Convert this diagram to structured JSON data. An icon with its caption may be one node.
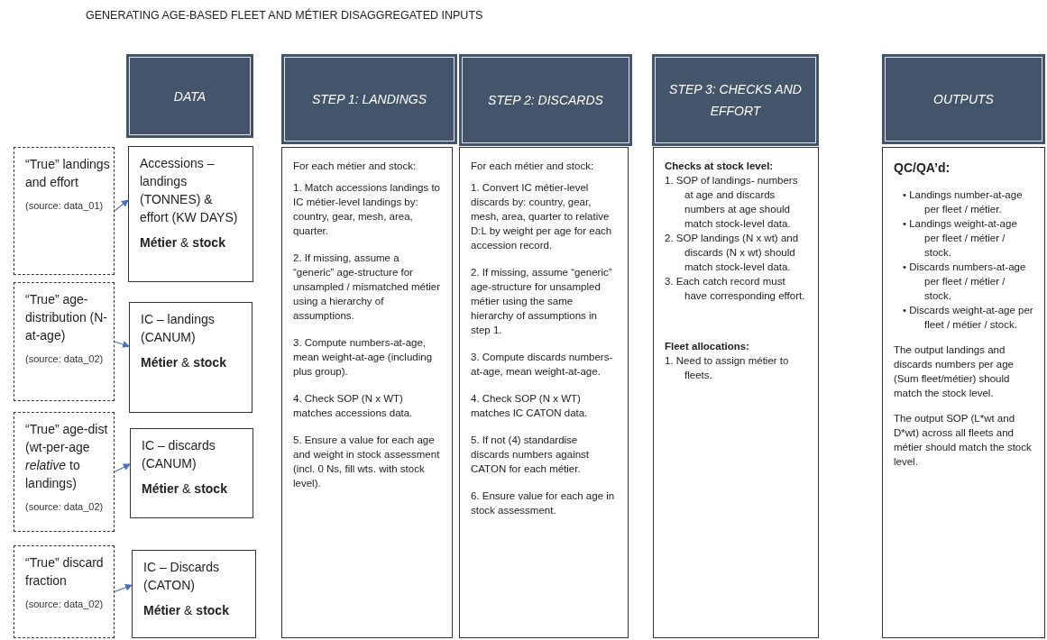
{
  "diagram": {
    "title": "GENERATING AGE-BASED FLEET AND MÉTIER DISAGGREGATED INPUTS",
    "nodes": [
      {
        "text": [
          "DATA"
        ]
      },
      {
        "text": [
          "STEP 1: LANDINGS"
        ]
      },
      {
        "text": [
          "STEP 2: DISCARDS"
        ]
      },
      {
        "text": [
          "STEP 3: CHECKS AND EFFORT"
        ]
      },
      {
        "text": [
          "OUTPUTS"
        ]
      },
      {
        "text": [
          "“True” landings and effort",
          "(source: data_01)"
        ]
      },
      {
        "text": [
          "Accessions – landings (TONNES) & effort (KW DAYS)",
          "**Métier** & **stock**"
        ]
      },
      {
        "text": [
          "“True” age-distribution (N-at-age)",
          "(source: data_02)"
        ]
      },
      {
        "text": [
          "IC – landings (CANUM)",
          "**Métier** & **stock**"
        ]
      },
      {
        "text": [
          "“True” age-dist (wt-per-age *relative* to landings)",
          "(source: data_02)"
        ]
      },
      {
        "text": [
          "IC – discards (CANUM)",
          "**Métier** & **stock**"
        ]
      },
      {
        "text": [
          "“True” discard fraction",
          "(source: data_02)"
        ]
      },
      {
        "text": [
          "IC – Discards (CATON)",
          "**Métier** & **stock**"
        ]
      },
      {
        "text": [
          "For each métier and stock:",
          "1. Match accessions landings to IC métier-level landings by: country, gear, mesh, area, quarter.",
          "2. If missing, assume a “generic” age-structure for unsampled / mismatched métier using a hierarchy of assumptions.",
          "3. Compute numbers-at-age, mean weight-at-age (including plus group).",
          "4. Check SOP (N x WT) matches accessions data.",
          "5. Ensure a value for each age and weight in stock assessment (incl. 0 Ns, fill wts. with stock level)."
        ]
      },
      {
        "text": [
          "For each métier and stock:",
          "1. Convert IC métier-level discards by: country, gear, mesh, area, quarter to relative D:L by weight per age for each accession record.",
          "2. If missing, assume “generic” age-structure for unsampled métier using the same hierarchy of assumptions in step 1.",
          "3. Compute discards numbers-at-age, mean weight-at-age.",
          "4. Check SOP (N x WT) matches IC CATON data.",
          "5. If not (4) standardise discards numbers against CATON for each métier.",
          "6. Ensure value for each age in stock assessment."
        ]
      },
      {
        "text": [
          "Checks at stock level:",
          "1. SOP of landings- numbers at age and discards numbers at age should match stock-level data.",
          "2. SOP landings (N x wt) and discards (N x wt) should match stock-level data.",
          "3. Each catch record must have corresponding effort.",
          "Fleet allocations:",
          "1. Need to assign métier to fleets."
        ]
      },
      {
        "text": [
          "QC/QA’d:",
          "• Landings number-at-age per fleet / métier.",
          "• Landings weight-at-age per fleet / métier / stock.",
          "• Discards numbers-at-age per fleet / métier / stock.",
          "• Discards weight-at-age per fleet / métier / stock.",
          "The output landings and discards numbers per age (Sum fleet/métier) should match the stock level.",
          "The output SOP (L*wt and D*wt) across all fleets and métier should match the stock level."
        ]
      }
    ],
    "edges": [
      {
        "from": 5,
        "to": 6,
        "arrow": "to"
      },
      {
        "from": 7,
        "to": 8,
        "arrow": "to"
      },
      {
        "from": 9,
        "to": 10,
        "arrow": "to"
      },
      {
        "from": 11,
        "to": 12,
        "arrow": "to"
      }
    ]
  }
}
